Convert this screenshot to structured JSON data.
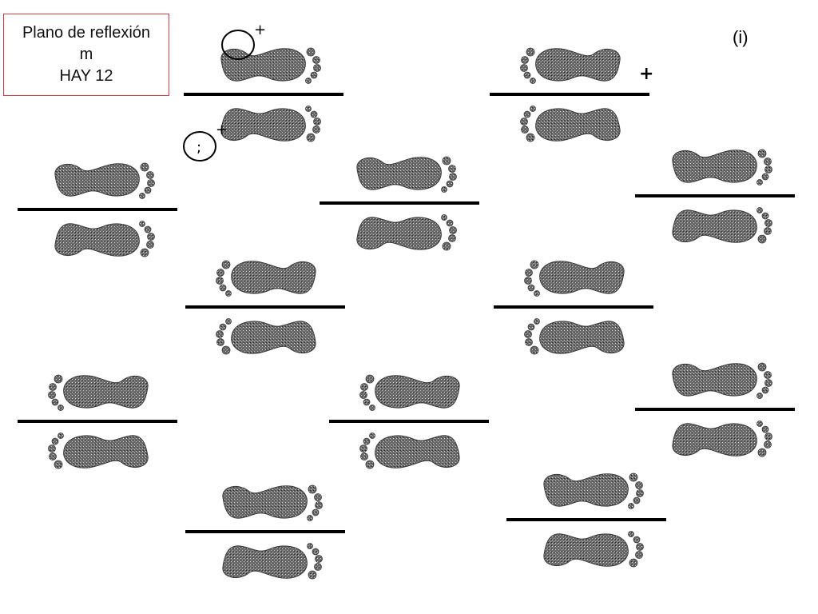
{
  "caption": {
    "line1": "Plano de reflexión",
    "line2": "m",
    "line3": "HAY 12"
  },
  "part_label": "(i)",
  "markers": {
    "plus_sign": "+",
    "circled_mark": ";"
  },
  "colors": {
    "caption_border": "#e0383a",
    "footprint_fill": "#5c5c5c",
    "mirror_line": "#000000"
  },
  "pattern": {
    "description_count": 12,
    "footprint_direction_top": [
      "right",
      "right",
      "left",
      "left",
      "right",
      "right",
      "left",
      "left",
      "left",
      "right",
      "right",
      "right"
    ]
  }
}
